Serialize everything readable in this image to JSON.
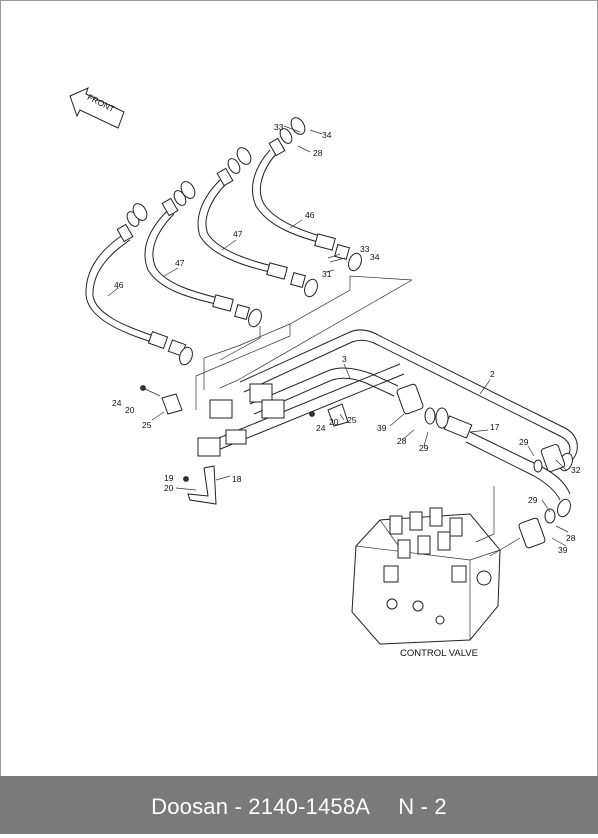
{
  "diagram": {
    "front_label": "FRONT",
    "control_valve_label": "CONTROL VALVE",
    "callouts": [
      {
        "id": "c33a",
        "text": "33"
      },
      {
        "id": "c34a",
        "text": "34"
      },
      {
        "id": "c28a",
        "text": "28"
      },
      {
        "id": "c46a",
        "text": "46"
      },
      {
        "id": "c47a",
        "text": "47"
      },
      {
        "id": "c47b",
        "text": "47"
      },
      {
        "id": "c46b",
        "text": "46"
      },
      {
        "id": "c33b",
        "text": "33"
      },
      {
        "id": "c34b",
        "text": "34"
      },
      {
        "id": "c31",
        "text": "31"
      },
      {
        "id": "c3",
        "text": "3"
      },
      {
        "id": "c2",
        "text": "2"
      },
      {
        "id": "c24a",
        "text": "24"
      },
      {
        "id": "c20a",
        "text": "20"
      },
      {
        "id": "c25a",
        "text": "25"
      },
      {
        "id": "c39a",
        "text": "39"
      },
      {
        "id": "c28b",
        "text": "28"
      },
      {
        "id": "c29a",
        "text": "29"
      },
      {
        "id": "c17",
        "text": "17"
      },
      {
        "id": "c24b",
        "text": "24"
      },
      {
        "id": "c20b",
        "text": "20"
      },
      {
        "id": "c25b",
        "text": "25"
      },
      {
        "id": "c29b",
        "text": "29"
      },
      {
        "id": "c32",
        "text": "32"
      },
      {
        "id": "c19",
        "text": "19"
      },
      {
        "id": "c20c",
        "text": "20"
      },
      {
        "id": "c18",
        "text": "18"
      },
      {
        "id": "c29c",
        "text": "29"
      },
      {
        "id": "c28c",
        "text": "28"
      },
      {
        "id": "c39b",
        "text": "39"
      }
    ]
  },
  "footer": {
    "brand_part": "Doosan - 2140-1458A",
    "page": "N - 2"
  },
  "colors": {
    "footer_bg": "#7a7a7a",
    "footer_text": "#ffffff",
    "line": "#222222"
  }
}
